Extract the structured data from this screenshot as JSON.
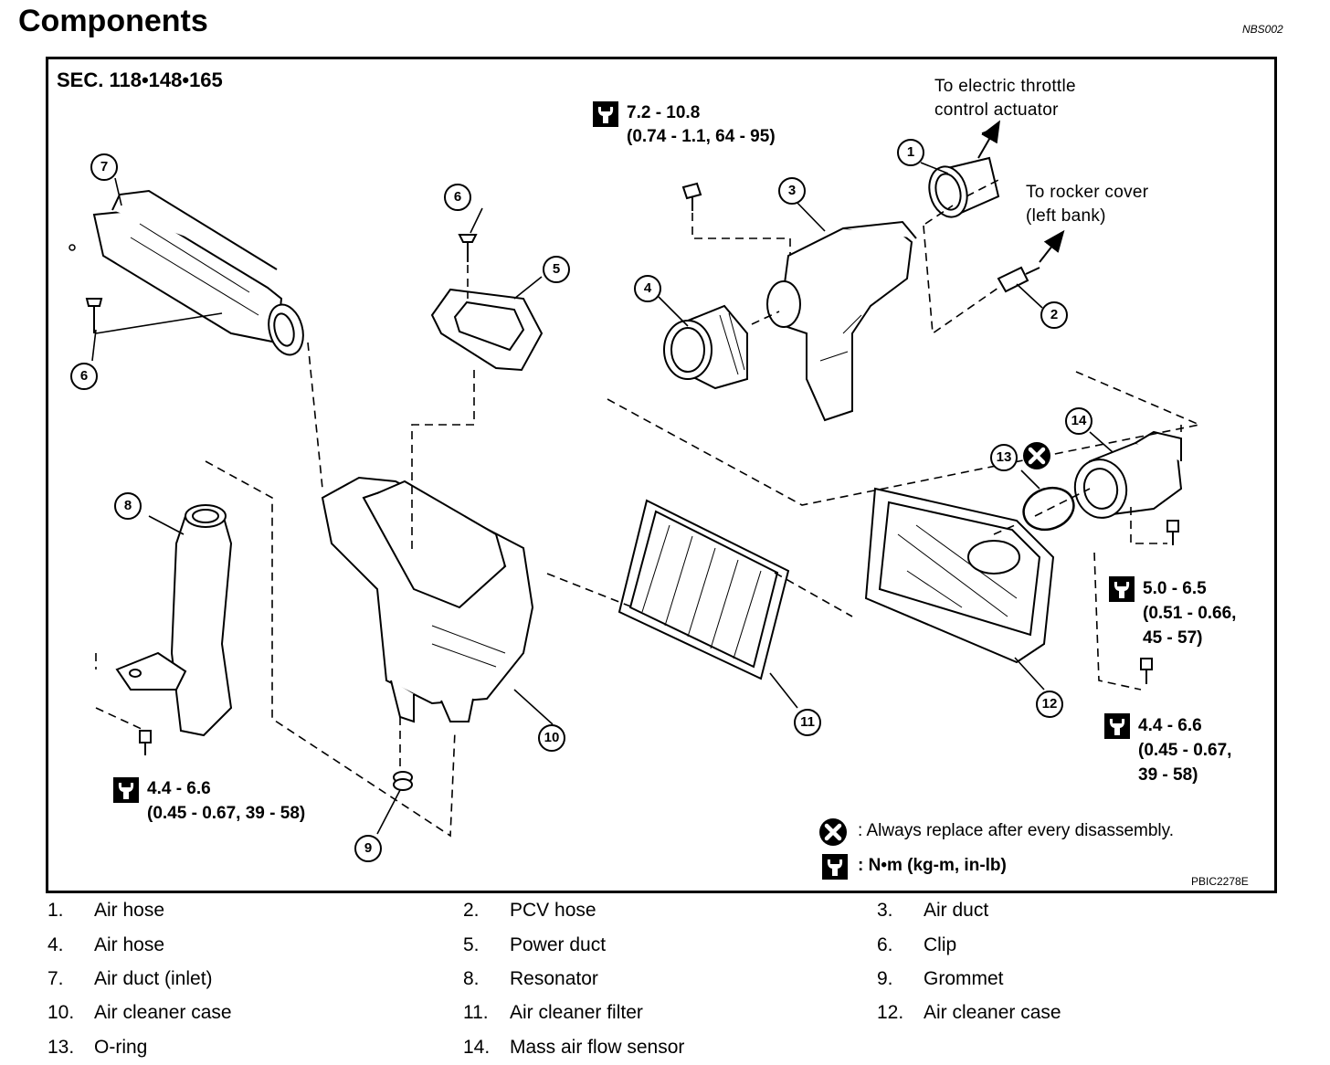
{
  "header": {
    "title": "Components",
    "page_code": "NBS002"
  },
  "figure": {
    "section": "SEC. 118•148•165",
    "figure_code": "PBIC2278E",
    "notes": {
      "throttle_l1": "To electric throttle",
      "throttle_l2": "control actuator",
      "rocker_l1": "To rocker cover",
      "rocker_l2": "(left bank)"
    },
    "torque": {
      "t1_l1": "7.2 - 10.8",
      "t1_l2": "(0.74 - 1.1, 64 - 95)",
      "t2_l1": "5.0 - 6.5",
      "t2_l2": "(0.51 - 0.66,",
      "t2_l3": "45 - 57)",
      "t3_l1": "4.4 - 6.6",
      "t3_l2": "(0.45 - 0.67,",
      "t3_l3": "39 - 58)",
      "t4_l1": "4.4 - 6.6",
      "t4_l2": "(0.45 - 0.67, 39 - 58)"
    },
    "legend": {
      "replace": ": Always replace after every disassembly.",
      "units": ": N•m (kg-m, in-lb)"
    },
    "callouts": {
      "c1": "1",
      "c2": "2",
      "c3": "3",
      "c4": "4",
      "c5": "5",
      "c6": "6",
      "c7": "7",
      "c8": "8",
      "c9": "9",
      "c10": "10",
      "c11": "11",
      "c12": "12",
      "c13": "13",
      "c14": "14"
    }
  },
  "parts": [
    {
      "num": "1.",
      "name": "Air hose"
    },
    {
      "num": "2.",
      "name": "PCV hose"
    },
    {
      "num": "3.",
      "name": "Air duct"
    },
    {
      "num": "4.",
      "name": "Air hose"
    },
    {
      "num": "5.",
      "name": "Power duct"
    },
    {
      "num": "6.",
      "name": "Clip"
    },
    {
      "num": "7.",
      "name": "Air duct (inlet)"
    },
    {
      "num": "8.",
      "name": "Resonator"
    },
    {
      "num": "9.",
      "name": "Grommet"
    },
    {
      "num": "10.",
      "name": "Air cleaner case"
    },
    {
      "num": "11.",
      "name": "Air cleaner filter"
    },
    {
      "num": "12.",
      "name": "Air cleaner case"
    },
    {
      "num": "13.",
      "name": "O-ring"
    },
    {
      "num": "14.",
      "name": "Mass air flow sensor"
    }
  ]
}
